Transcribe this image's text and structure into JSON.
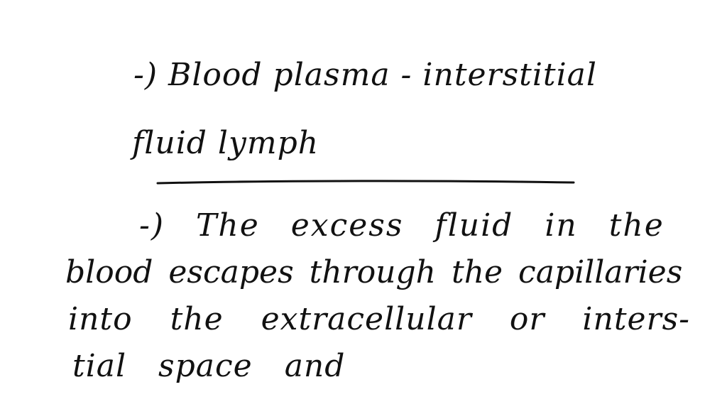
{
  "notes": {
    "line_1": "-) Blood plasma - interstitial",
    "line_2": "fluid lymph",
    "line_3": "-) The excess fluid in the",
    "line_4": "blood escapes through the capillaries",
    "line_5": "into the extracellular or inters-",
    "line_6": "tial space and"
  },
  "ink_color": "#111111"
}
